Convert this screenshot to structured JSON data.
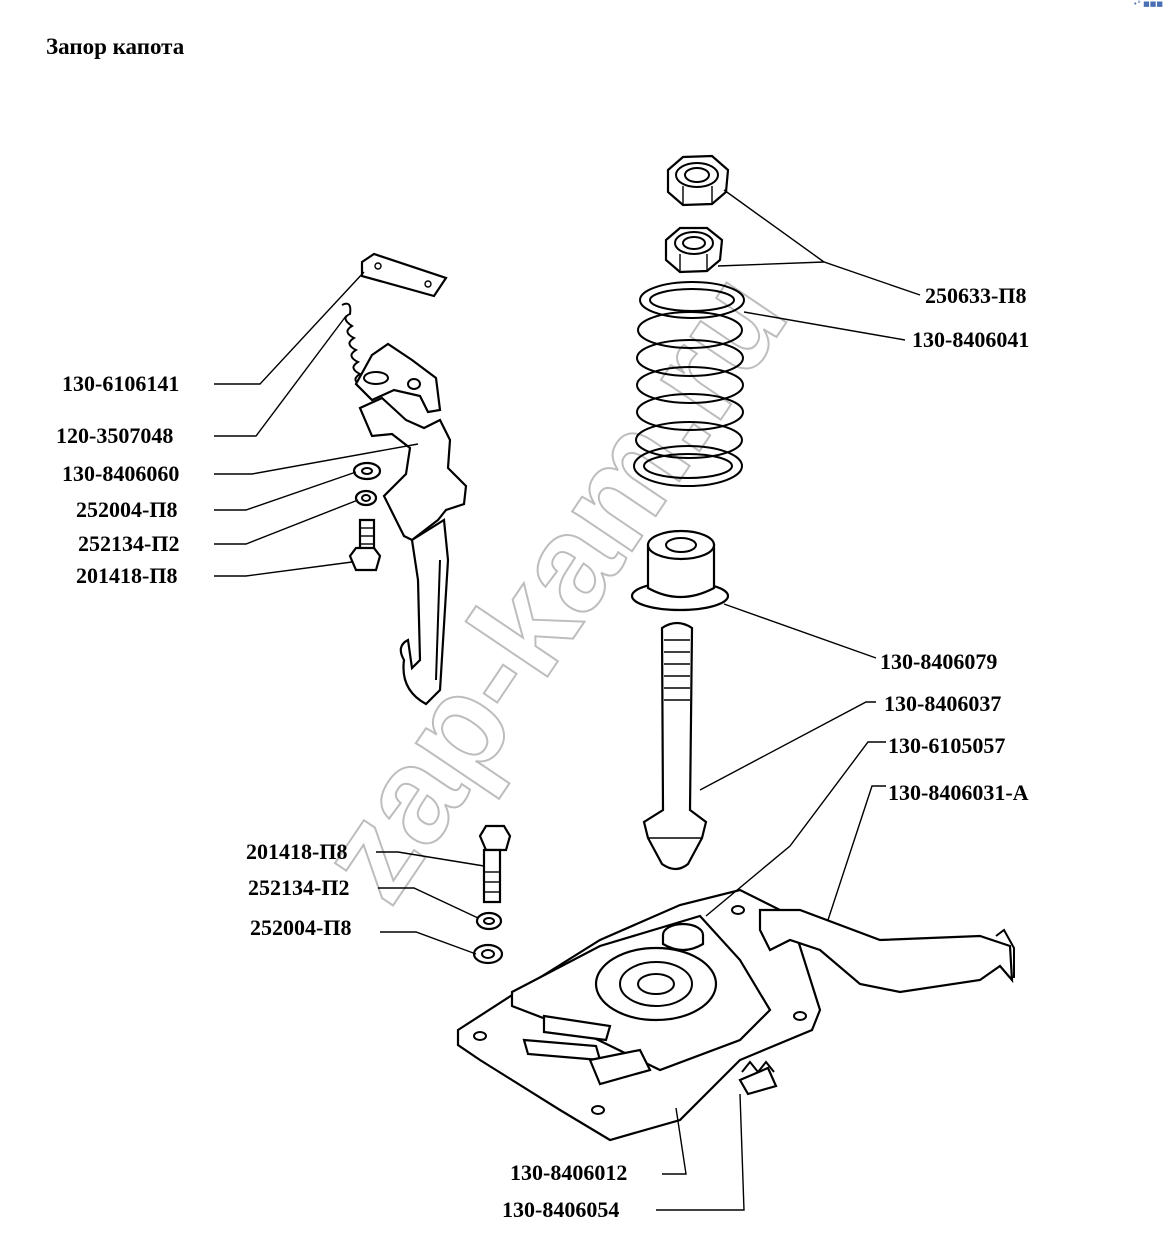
{
  "title": "Запор капота",
  "watermark": "zap-kam.ru",
  "corner_mark": "•° ■■■",
  "labels": {
    "p250633": "250633-П8",
    "p8406041": "130-8406041",
    "p6106141": "130-6106141",
    "p3507048": "120-3507048",
    "p8406060": "130-8406060",
    "p252004a": "252004-П8",
    "p252134a": "252134-П2",
    "p201418a": "201418-П8",
    "p8406079": "130-8406079",
    "p8406037": "130-8406037",
    "p6105057": "130-6105057",
    "p8406031": "130-8406031-А",
    "p201418b": "201418-П8",
    "p252134b": "252134-П2",
    "p252004b": "252004-П8",
    "p8406012": "130-8406012",
    "p8406054": "130-8406054"
  }
}
